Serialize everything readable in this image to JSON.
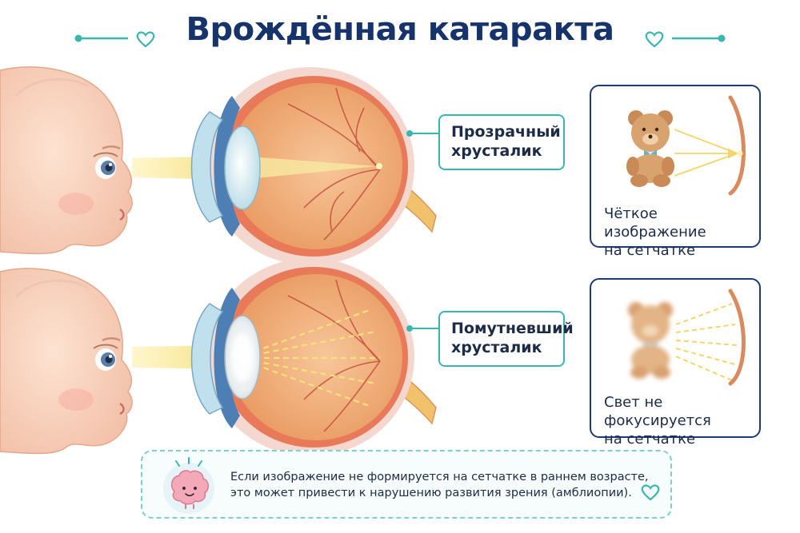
{
  "title": "Врождённая катаракта",
  "labels": {
    "clear_lens": [
      "Прозрачный",
      "хрусталик"
    ],
    "cloudy_lens": [
      "Помутневший",
      "хрусталик"
    ]
  },
  "cards": {
    "clear": [
      "Чёткое изображение",
      "на сетчатке"
    ],
    "blurred": [
      "Свет не фокусируется",
      "на сетчатке"
    ]
  },
  "note": [
    "Если изображение не формируется на сетчатке в раннем возрасте,",
    "это может привести к нарушению развития зрения (амблиопии)."
  ],
  "colors": {
    "title": "#17336b",
    "accent_teal": "#39b6b0",
    "card_border": "#1d3a78",
    "light_beam": "#f6e27a",
    "eye_wall": "#e9a06e"
  },
  "icons": [
    "heart-icon",
    "brain-icon",
    "teddy-bear-icon",
    "retina-arc-icon"
  ]
}
